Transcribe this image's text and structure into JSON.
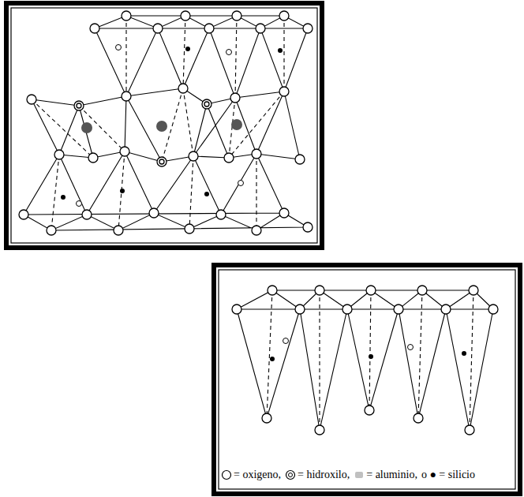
{
  "diagram": {
    "legend": [
      {
        "text": "= oxigeno,"
      },
      {
        "text": "= hidroxilo,"
      },
      {
        "text": "= aluminio,",
        "color": "#c0c0c0"
      },
      {
        "text": "o ● = silicio"
      }
    ]
  }
}
